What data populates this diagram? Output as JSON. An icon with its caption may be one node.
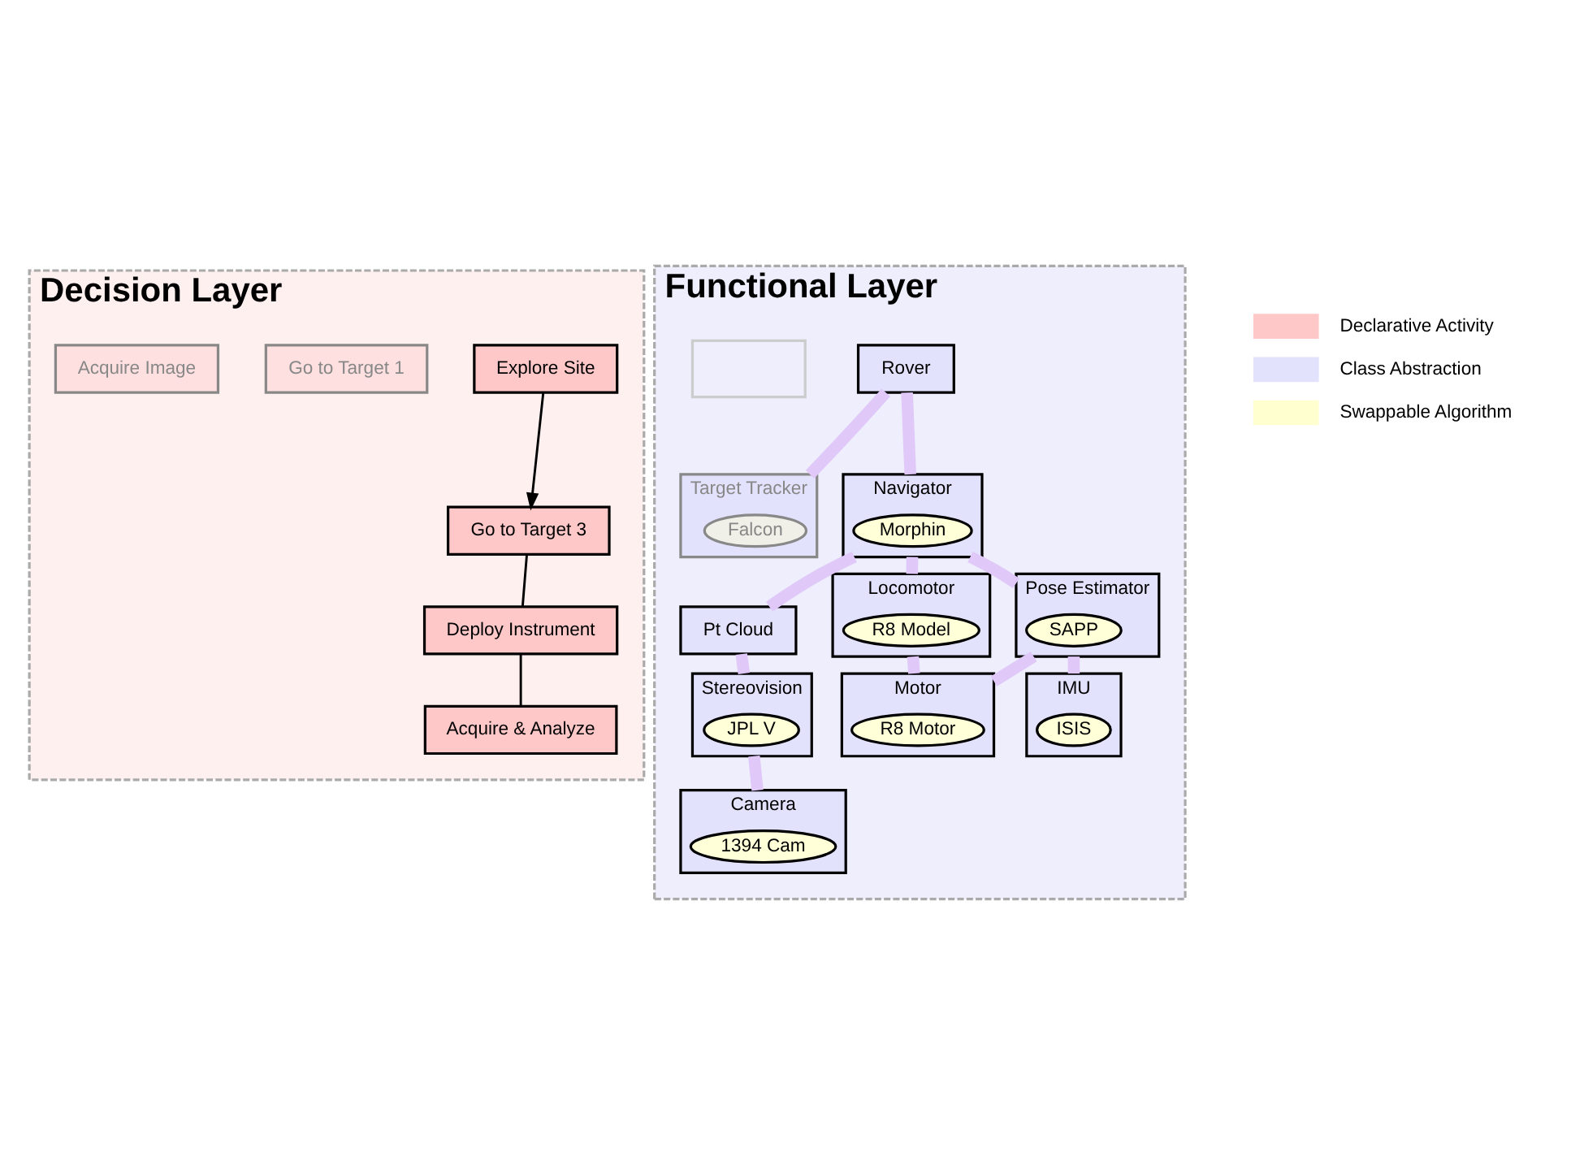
{
  "diagram": {
    "nodes": [
      {
        "text": [
          "Decision Layer"
        ]
      },
      {
        "text": [
          "Explore Site"
        ],
        "in": 0
      },
      {
        "text": [
          "Go to Target 3"
        ],
        "in": 0
      },
      {
        "text": [
          "Deploy Instrument"
        ],
        "in": 0
      },
      {
        "text": [
          "Acquire & Analyze"
        ],
        "in": 0
      },
      {
        "text": [
          "Go to Target 1"
        ],
        "in": 0
      },
      {
        "text": [
          "Acquire Image"
        ],
        "in": 0
      },
      {
        "text": [
          "Functional Layer"
        ]
      },
      {
        "text": [
          "Rover"
        ],
        "in": 7
      },
      {
        "text": [
          "Target Tracker"
        ],
        "in": 7
      },
      {
        "text": [
          "Falcon"
        ],
        "in": 9
      },
      {
        "text": [],
        "shape": "box",
        "in": 7
      },
      {
        "text": [
          "Navigator"
        ],
        "in": 7
      },
      {
        "text": [
          "Morphin"
        ],
        "in": 12
      },
      {
        "text": [
          "Pt Cloud"
        ],
        "in": 7
      },
      {
        "text": [
          "Locomotor"
        ],
        "in": 7
      },
      {
        "text": [
          "R8 Model"
        ],
        "in": 15
      },
      {
        "text": [
          "Pose Estimator"
        ],
        "in": 7
      },
      {
        "text": [
          "SAPP"
        ],
        "in": 17
      },
      {
        "text": [
          "Stereovision"
        ],
        "in": 7
      },
      {
        "text": [
          "JPL V"
        ],
        "in": 19
      },
      {
        "text": [
          "Motor"
        ],
        "in": 7
      },
      {
        "text": [
          "R8 Motor"
        ],
        "in": 21
      },
      {
        "text": [
          "IMU"
        ],
        "in": 7
      },
      {
        "text": [
          "ISIS"
        ],
        "in": 23
      },
      {
        "text": [
          "Camera"
        ],
        "in": 7
      },
      {
        "text": [
          "1394 Cam"
        ],
        "in": 25
      }
    ],
    "edges": [
      {
        "from": 1,
        "to": 2,
        "arrow": "to",
        "color": "#000000"
      },
      {
        "from": 2,
        "to": 3,
        "arrow": "none",
        "color": "#000000"
      },
      {
        "from": 3,
        "to": 4,
        "arrow": "none",
        "color": "#000000"
      },
      {
        "from": 8,
        "to": 12,
        "arrow": "none"
      },
      {
        "from": 8,
        "to": 9,
        "arrow": "none"
      },
      {
        "from": 12,
        "to": 14,
        "arrow": "none"
      },
      {
        "from": 12,
        "to": 15,
        "arrow": "none"
      },
      {
        "from": 12,
        "to": 17,
        "arrow": "none"
      },
      {
        "from": 14,
        "to": 19,
        "arrow": "none"
      },
      {
        "from": 15,
        "to": 21,
        "arrow": "none"
      },
      {
        "from": 17,
        "to": 21,
        "arrow": "none"
      },
      {
        "from": 17,
        "to": 23,
        "arrow": "none"
      },
      {
        "from": 19,
        "to": 25,
        "arrow": "none"
      }
    ],
    "legend": [
      {
        "text": "Declarative Activity",
        "color": "#ffc8c8"
      },
      {
        "text": "Class Abstraction",
        "color": "#e2e2fc"
      },
      {
        "text": "Swappable Algorithm",
        "color": "#ffffd0"
      }
    ]
  }
}
